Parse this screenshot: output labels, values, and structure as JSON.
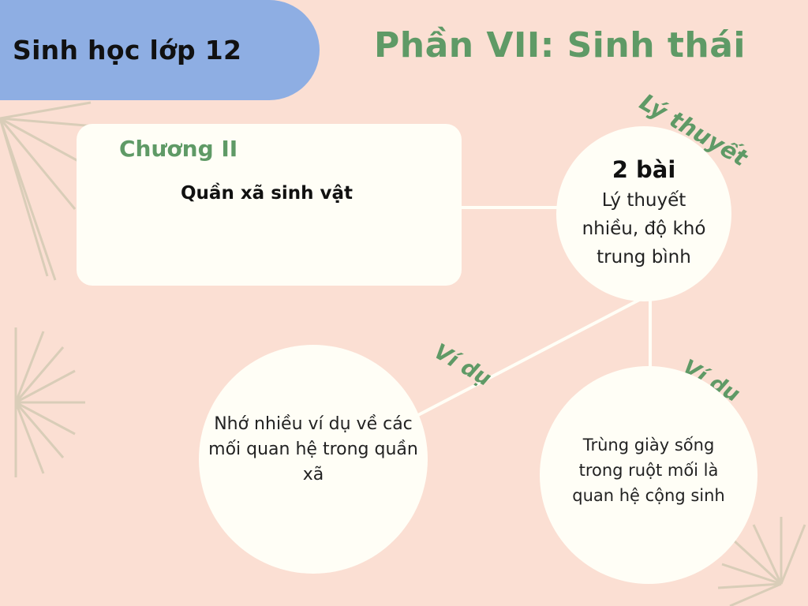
{
  "header": {
    "subject": "Sinh học lớp 12",
    "part_title": "Phần VII: Sinh thái"
  },
  "chapter": {
    "label": "Chương II",
    "name": "Quần xã sinh vật"
  },
  "theory": {
    "tag": "Lý thuyết",
    "count": "2 bài",
    "description": "Lý thuyết nhiều, độ khó trung bình"
  },
  "examples": [
    {
      "tag": "Ví dụ",
      "description": "Nhớ nhiều ví dụ về các mối quan hệ trong quần xã"
    },
    {
      "tag": "Ví dụ",
      "description": "Trùng giày sống trong ruột mối là quan hệ cộng sinh"
    }
  ],
  "colors": {
    "background": "#fbdfd3",
    "accent_green": "#5f9a66",
    "pill_blue": "#8eaee3",
    "card": "#fffef6"
  }
}
